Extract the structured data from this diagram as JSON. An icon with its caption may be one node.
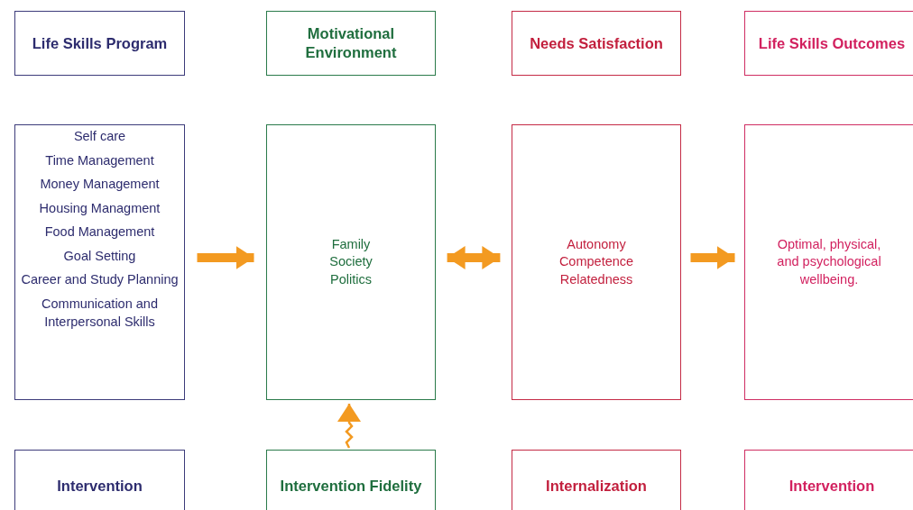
{
  "diagram": {
    "nodes": [
      {
        "text": [
          "Life Skills Program"
        ]
      },
      {
        "text": [
          "Motivational Environment"
        ]
      },
      {
        "text": [
          "Needs Satisfaction"
        ]
      },
      {
        "text": [
          "Life Skills Outcomes"
        ]
      },
      {
        "text": [
          "Self care",
          "Time Management",
          "Money Management",
          "Housing Managment",
          "Food Management",
          "Goal Setting",
          "Career and Study Planning",
          "Communication and Interpersonal Skills"
        ]
      },
      {
        "text": [
          "Family",
          "Society",
          "Politics"
        ]
      },
      {
        "text": [
          "Autonomy",
          "Competence",
          "Relatedness"
        ]
      },
      {
        "text": [
          "Optimal, physical, and psychological wellbeing."
        ]
      },
      {
        "text": [
          "Intervention"
        ]
      },
      {
        "text": [
          "Intervention Fidelity"
        ]
      },
      {
        "text": [
          "Internalization"
        ]
      },
      {
        "text": [
          "Intervention"
        ]
      }
    ],
    "edges": [
      {
        "from": 4,
        "to": 5,
        "arrow": "to"
      },
      {
        "from": 5,
        "to": 6,
        "arrow": "both"
      },
      {
        "from": 6,
        "to": 7,
        "arrow": "to"
      },
      {
        "from": 9,
        "to": 5,
        "arrow": "to"
      }
    ]
  }
}
